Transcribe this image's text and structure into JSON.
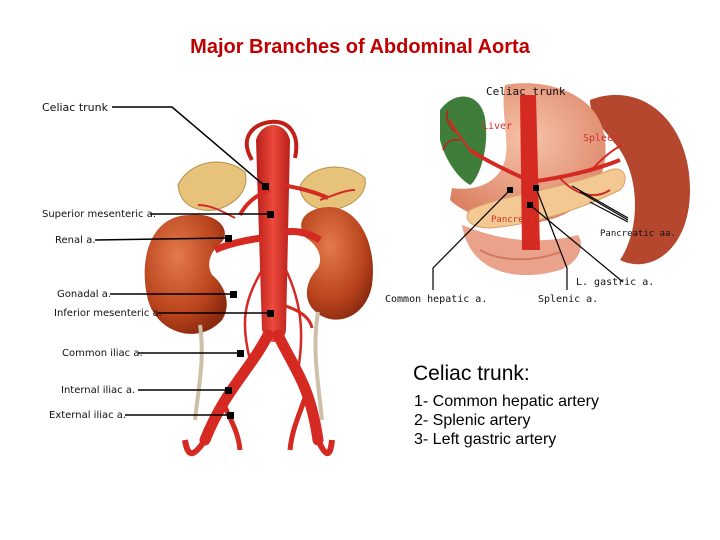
{
  "title": "Major Branches of Abdominal Aorta",
  "left_labels": {
    "celiac_trunk": "Celiac trunk",
    "superior_mesenteric": "Superior mesenteric a.",
    "renal": "Renal a.",
    "gonadal": "Gonadal a.",
    "inferior_mesenteric": "Inferior mesenteric a.",
    "common_iliac": "Common iliac a.",
    "internal_iliac": "Internal iliac a.",
    "external_iliac": "External iliac a."
  },
  "right_labels": {
    "celiac_trunk": "Celiac trunk",
    "liver": "Liver",
    "spleen": "Spleen",
    "pancreas": "Pancreas",
    "pancreatic": "Pancreatic aa.",
    "l_gastric": "L. gastric a.",
    "common_hepatic": "Common hepatic a.",
    "splenic": "Splenic a."
  },
  "info": {
    "heading": "Celiac trunk:",
    "items": [
      "1- Common hepatic artery",
      "2- Splenic artery",
      "3- Left gastric artery"
    ]
  },
  "colors": {
    "title": "#c00000",
    "artery": "#d42a22",
    "kidney": "#b8431c",
    "adrenal": "#e6c27a",
    "stomach": "#e89a7a",
    "liver": "#3f7d3a",
    "spleen": "#b5472e"
  }
}
